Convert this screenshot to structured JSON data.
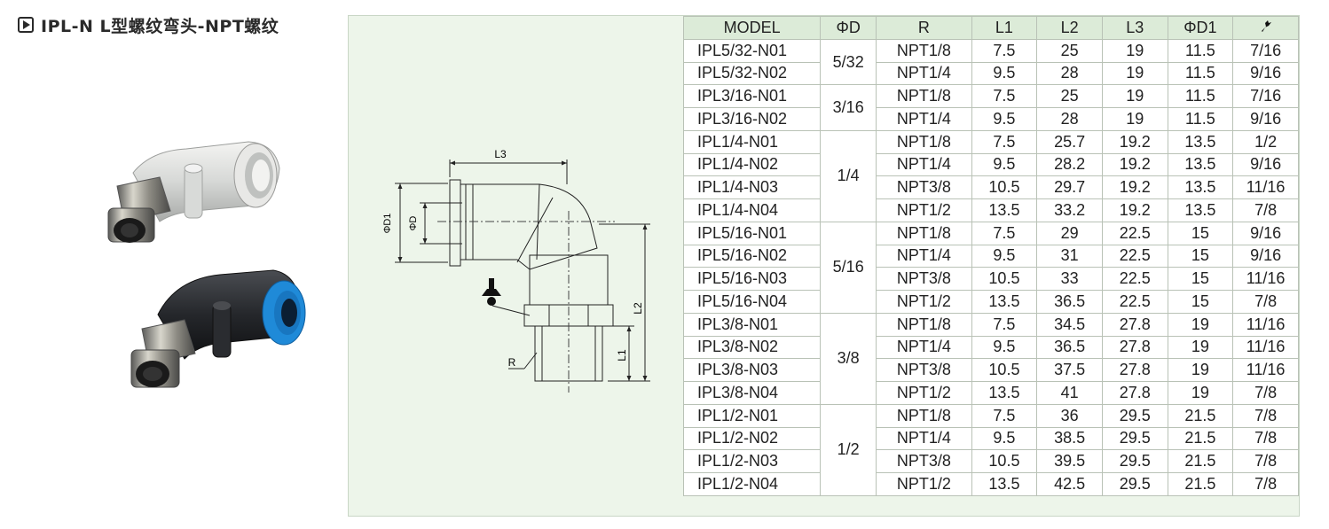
{
  "title": "IPL-N L型螺纹弯头-NPT螺纹",
  "icons": [
    "play-icon",
    "wrench-icon"
  ],
  "drawing_labels": {
    "l3": "L3",
    "d1": "ΦD1",
    "d": "ΦD",
    "l2": "L2",
    "l1": "L1",
    "r": "R"
  },
  "table": {
    "headers": {
      "model": "MODEL",
      "d": "ΦD",
      "r": "R",
      "l1": "L1",
      "l2": "L2",
      "l3": "L3",
      "d1": "ΦD1"
    },
    "groups": [
      {
        "d": "5/32",
        "rows": [
          {
            "model": "IPL5/32-N01",
            "r": "NPT1/8",
            "l1": "7.5",
            "l2": "25",
            "l3": "19",
            "d1": "11.5",
            "w": "7/16"
          },
          {
            "model": "IPL5/32-N02",
            "r": "NPT1/4",
            "l1": "9.5",
            "l2": "28",
            "l3": "19",
            "d1": "11.5",
            "w": "9/16"
          }
        ]
      },
      {
        "d": "3/16",
        "rows": [
          {
            "model": "IPL3/16-N01",
            "r": "NPT1/8",
            "l1": "7.5",
            "l2": "25",
            "l3": "19",
            "d1": "11.5",
            "w": "7/16"
          },
          {
            "model": "IPL3/16-N02",
            "r": "NPT1/4",
            "l1": "9.5",
            "l2": "28",
            "l3": "19",
            "d1": "11.5",
            "w": "9/16"
          }
        ]
      },
      {
        "d": "1/4",
        "rows": [
          {
            "model": "IPL1/4-N01",
            "r": "NPT1/8",
            "l1": "7.5",
            "l2": "25.7",
            "l3": "19.2",
            "d1": "13.5",
            "w": "1/2"
          },
          {
            "model": "IPL1/4-N02",
            "r": "NPT1/4",
            "l1": "9.5",
            "l2": "28.2",
            "l3": "19.2",
            "d1": "13.5",
            "w": "9/16"
          },
          {
            "model": "IPL1/4-N03",
            "r": "NPT3/8",
            "l1": "10.5",
            "l2": "29.7",
            "l3": "19.2",
            "d1": "13.5",
            "w": "11/16"
          },
          {
            "model": "IPL1/4-N04",
            "r": "NPT1/2",
            "l1": "13.5",
            "l2": "33.2",
            "l3": "19.2",
            "d1": "13.5",
            "w": "7/8"
          }
        ]
      },
      {
        "d": "5/16",
        "rows": [
          {
            "model": "IPL5/16-N01",
            "r": "NPT1/8",
            "l1": "7.5",
            "l2": "29",
            "l3": "22.5",
            "d1": "15",
            "w": "9/16"
          },
          {
            "model": "IPL5/16-N02",
            "r": "NPT1/4",
            "l1": "9.5",
            "l2": "31",
            "l3": "22.5",
            "d1": "15",
            "w": "9/16"
          },
          {
            "model": "IPL5/16-N03",
            "r": "NPT3/8",
            "l1": "10.5",
            "l2": "33",
            "l3": "22.5",
            "d1": "15",
            "w": "11/16"
          },
          {
            "model": "IPL5/16-N04",
            "r": "NPT1/2",
            "l1": "13.5",
            "l2": "36.5",
            "l3": "22.5",
            "d1": "15",
            "w": "7/8"
          }
        ]
      },
      {
        "d": "3/8",
        "rows": [
          {
            "model": "IPL3/8-N01",
            "r": "NPT1/8",
            "l1": "7.5",
            "l2": "34.5",
            "l3": "27.8",
            "d1": "19",
            "w": "11/16"
          },
          {
            "model": "IPL3/8-N02",
            "r": "NPT1/4",
            "l1": "9.5",
            "l2": "36.5",
            "l3": "27.8",
            "d1": "19",
            "w": "11/16"
          },
          {
            "model": "IPL3/8-N03",
            "r": "NPT3/8",
            "l1": "10.5",
            "l2": "37.5",
            "l3": "27.8",
            "d1": "19",
            "w": "11/16"
          },
          {
            "model": "IPL3/8-N04",
            "r": "NPT1/2",
            "l1": "13.5",
            "l2": "41",
            "l3": "27.8",
            "d1": "19",
            "w": "7/8"
          }
        ]
      },
      {
        "d": "1/2",
        "rows": [
          {
            "model": "IPL1/2-N01",
            "r": "NPT1/8",
            "l1": "7.5",
            "l2": "36",
            "l3": "29.5",
            "d1": "21.5",
            "w": "7/8"
          },
          {
            "model": "IPL1/2-N02",
            "r": "NPT1/4",
            "l1": "9.5",
            "l2": "38.5",
            "l3": "29.5",
            "d1": "21.5",
            "w": "7/8"
          },
          {
            "model": "IPL1/2-N03",
            "r": "NPT3/8",
            "l1": "10.5",
            "l2": "39.5",
            "l3": "29.5",
            "d1": "21.5",
            "w": "7/8"
          },
          {
            "model": "IPL1/2-N04",
            "r": "NPT1/2",
            "l1": "13.5",
            "l2": "42.5",
            "l3": "29.5",
            "d1": "21.5",
            "w": "7/8"
          }
        ]
      }
    ]
  }
}
